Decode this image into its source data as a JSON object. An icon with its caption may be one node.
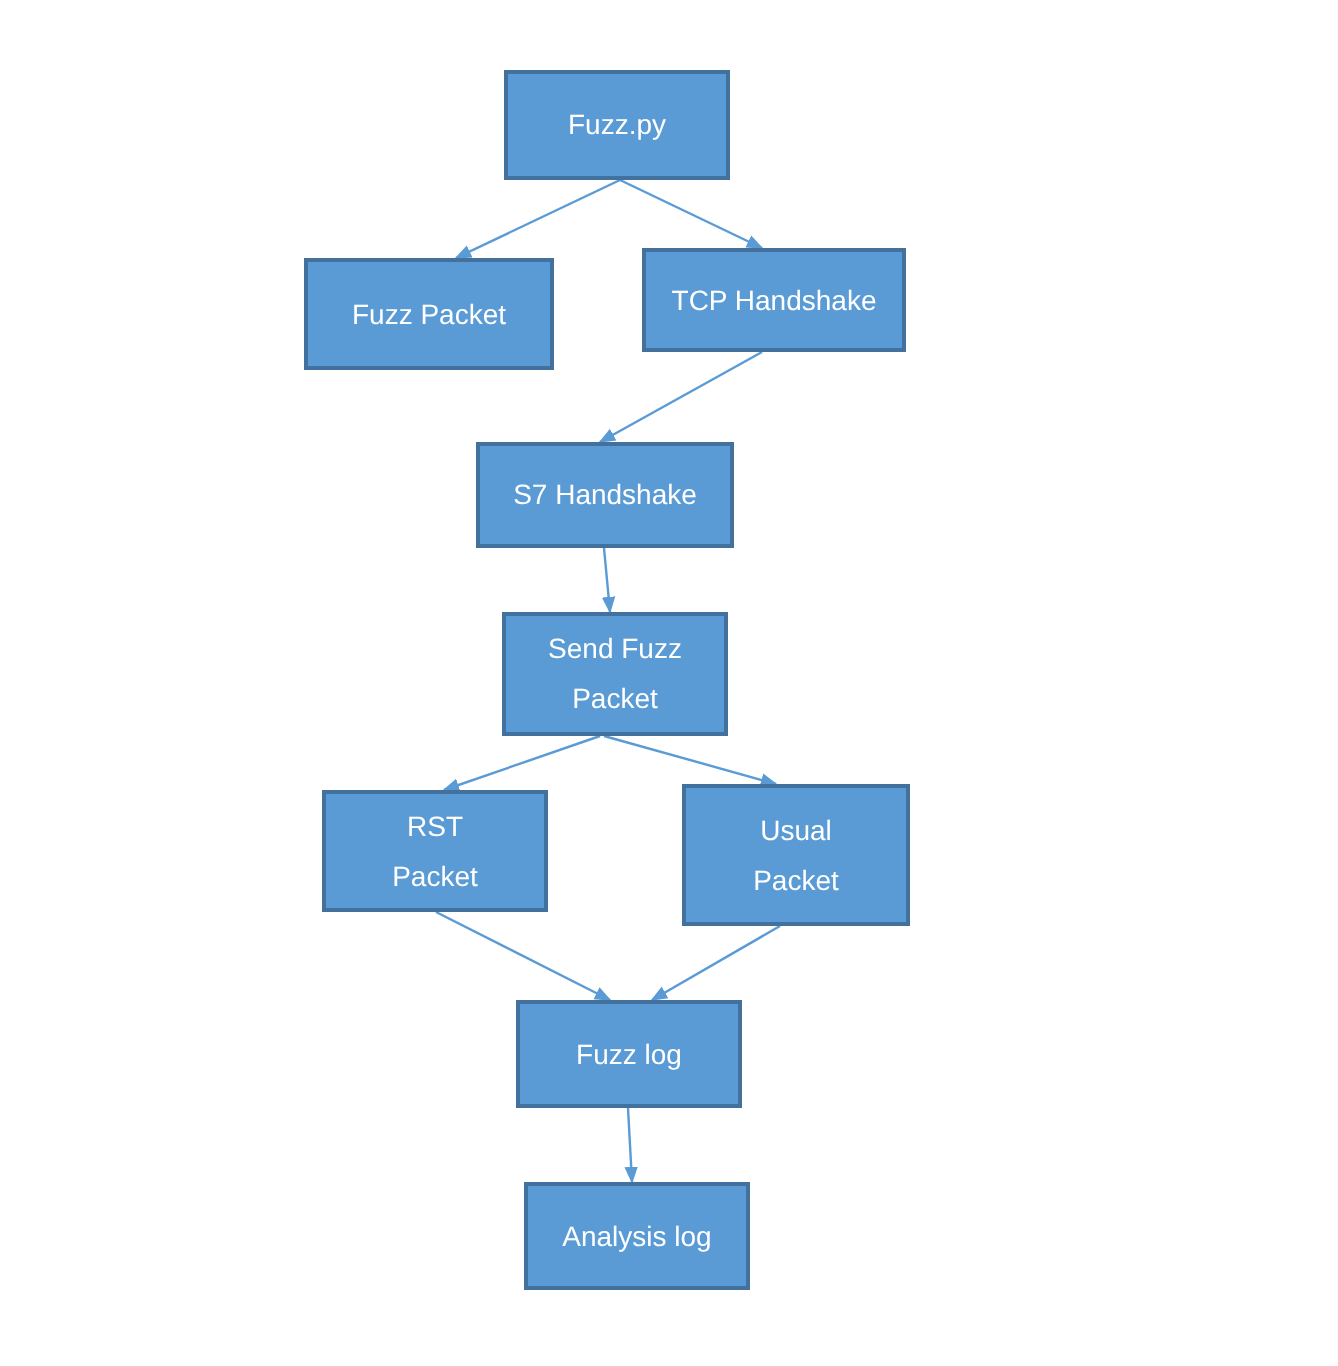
{
  "diagram": {
    "nodes": [
      {
        "text": [
          "Fuzz.py"
        ]
      },
      {
        "text": [
          "Fuzz Packet"
        ]
      },
      {
        "text": [
          "TCP Handshake"
        ]
      },
      {
        "text": [
          "S7 Handshake"
        ]
      },
      {
        "text": [
          "Send Fuzz Packet"
        ]
      },
      {
        "text": [
          "RST Packet"
        ]
      },
      {
        "text": [
          "Usual Packet"
        ]
      },
      {
        "text": [
          "Fuzz log"
        ]
      },
      {
        "text": [
          "Analysis log"
        ]
      }
    ],
    "edges": [
      {
        "from": 0,
        "to": 1,
        "arrow": "to"
      },
      {
        "from": 0,
        "to": 2,
        "arrow": "to"
      },
      {
        "from": 2,
        "to": 3,
        "arrow": "to"
      },
      {
        "from": 3,
        "to": 4,
        "arrow": "to"
      },
      {
        "from": 4,
        "to": 5,
        "arrow": "to"
      },
      {
        "from": 4,
        "to": 6,
        "arrow": "to"
      },
      {
        "from": 5,
        "to": 7,
        "arrow": "to"
      },
      {
        "from": 6,
        "to": 7,
        "arrow": "to"
      },
      {
        "from": 7,
        "to": 8,
        "arrow": "to"
      }
    ]
  }
}
